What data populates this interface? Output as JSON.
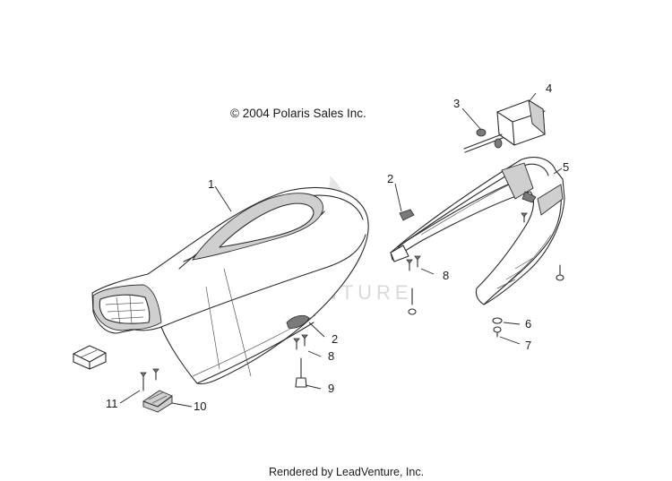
{
  "copyright": "© 2004 Polaris Sales Inc.",
  "footer": "Rendered by LeadVenture, Inc.",
  "watermark": "LEADVENTURE",
  "callouts": {
    "seat": "1",
    "latch_left": "2",
    "latch_right": "2",
    "nut_top": "3",
    "bracket_top": "4",
    "rail": "5",
    "washer": "6",
    "screw_7": "7",
    "rivet_left": "8",
    "rivet_right": "8",
    "bolt_9": "9",
    "pad": "10",
    "screw_11": "11"
  }
}
